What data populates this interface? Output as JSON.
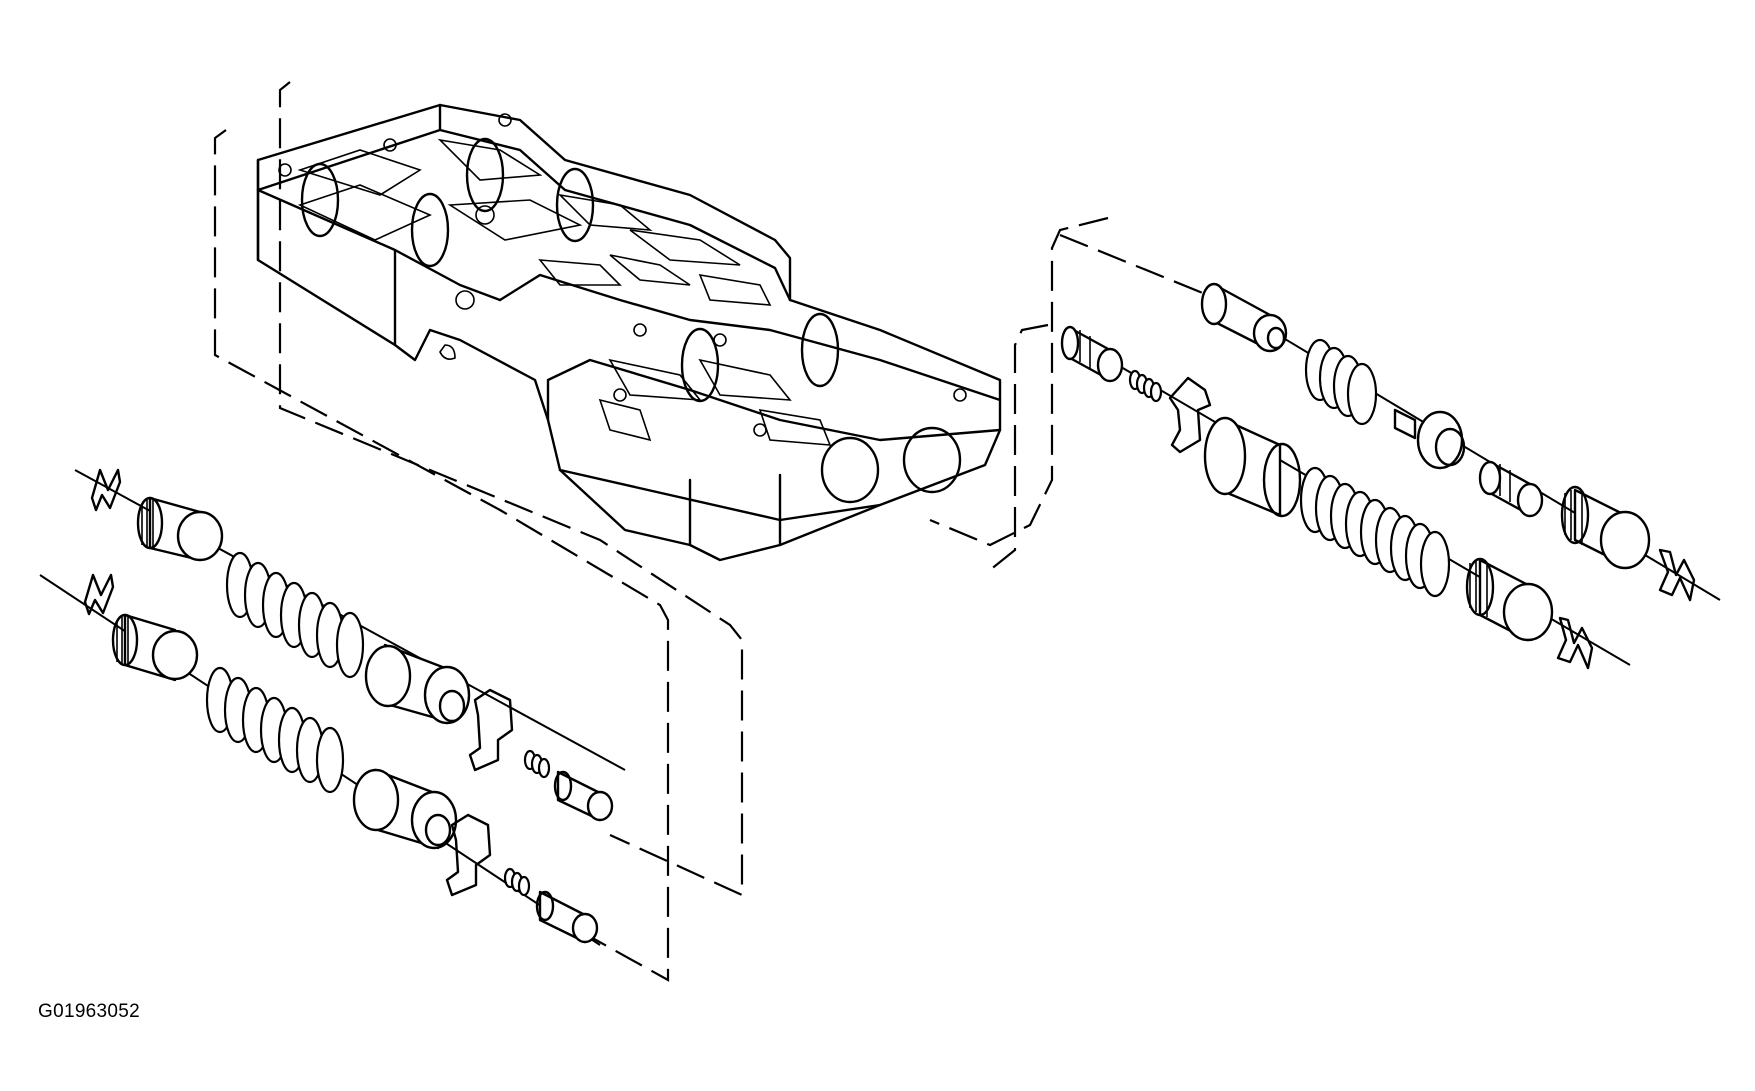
{
  "figure": {
    "id_label": "G01963052",
    "subject": "valve-body-exploded-view"
  },
  "parts": {
    "valve_body": "valve-body-housing",
    "left_groups": [
      "upper-valve-train",
      "lower-valve-train"
    ],
    "right_groups": [
      "upper-valve-train",
      "lower-valve-train"
    ]
  },
  "colors": {
    "line": "#000000",
    "background": "#ffffff"
  }
}
